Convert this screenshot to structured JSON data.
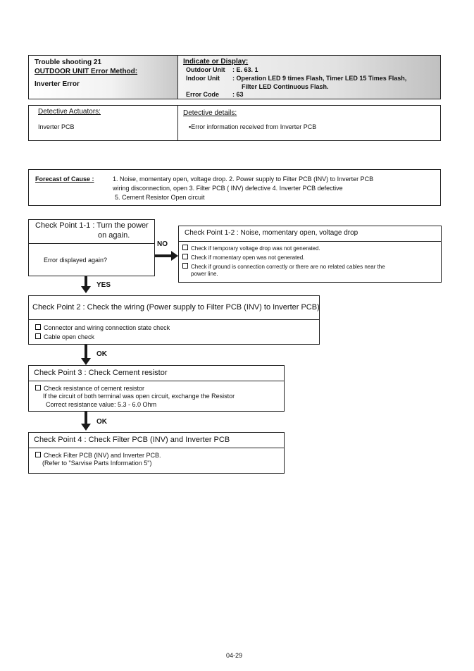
{
  "header": {
    "title": "Trouble shooting  21",
    "method": "OUTDOOR UNIT Error Method:",
    "error_name": "Inverter Error",
    "indicate_label": "Indicate or Display:",
    "outdoor_label": "Outdoor Unit",
    "outdoor_value": ":  E. 63. 1",
    "indoor_label": "Indoor Unit",
    "indoor_value_1": ":  Operation LED 9 times Flash, Timer LED 15 Times Flash,",
    "indoor_value_2": "Filter LED Continuous Flash.",
    "error_code_label": "Error Code",
    "error_code_value": ":  63"
  },
  "detective": {
    "actuators_label": "Detective Actuators:",
    "actuators_value": "Inverter PCB",
    "details_label": "Detective details:",
    "details_value": "▪Error information received from Inverter PCB"
  },
  "forecast": {
    "label": "Forecast of Cause :",
    "line1": "1. Noise, momentary open, voltage drop. 2. Power supply to Filter PCB (INV) to Inverter PCB",
    "line2": "wiring disconnection, open  3. Filter PCB ( INV) defective  4. Inverter PCB defective",
    "line3": "5. Cement Resistor Open circuit"
  },
  "cp11": {
    "title_1": "Check Point 1-1 : Turn the power",
    "title_2": "on again.",
    "body": "Error displayed again?"
  },
  "cp12": {
    "title": "Check Point 1-2 :  Noise, momentary open, voltage drop",
    "items": [
      "Check if temporary voltage drop was not generated.",
      "Check if momentary open was not generated.",
      "Check if ground is connection correctly or there are no related cables near the"
    ],
    "item3_cont": "power line."
  },
  "cp2": {
    "title": "Check Point 2 : Check the wiring (Power supply to Filter PCB (INV) to Inverter PCB)",
    "items": [
      "Connector and wiring connection state check",
      "Cable open check"
    ]
  },
  "cp3": {
    "title": "Check Point 3 : Check Cement resistor",
    "item": "Check resistance of cement resistor",
    "line2": "If the circuit of both terminal was open circuit, exchange the Resistor",
    "line3": "Correct resistance value: 5.3 - 6.0 Ohm"
  },
  "cp4": {
    "title": "Check Point 4 : Check Filter PCB (INV) and Inverter PCB",
    "item": "Check Filter PCB (INV) and Inverter PCB.",
    "line2": "(Refer to \"Sarvise Parts Information 5\")"
  },
  "labels": {
    "no": "NO",
    "yes": "YES",
    "ok1": "OK",
    "ok2": "OK"
  },
  "footer": {
    "page": "04-29"
  }
}
